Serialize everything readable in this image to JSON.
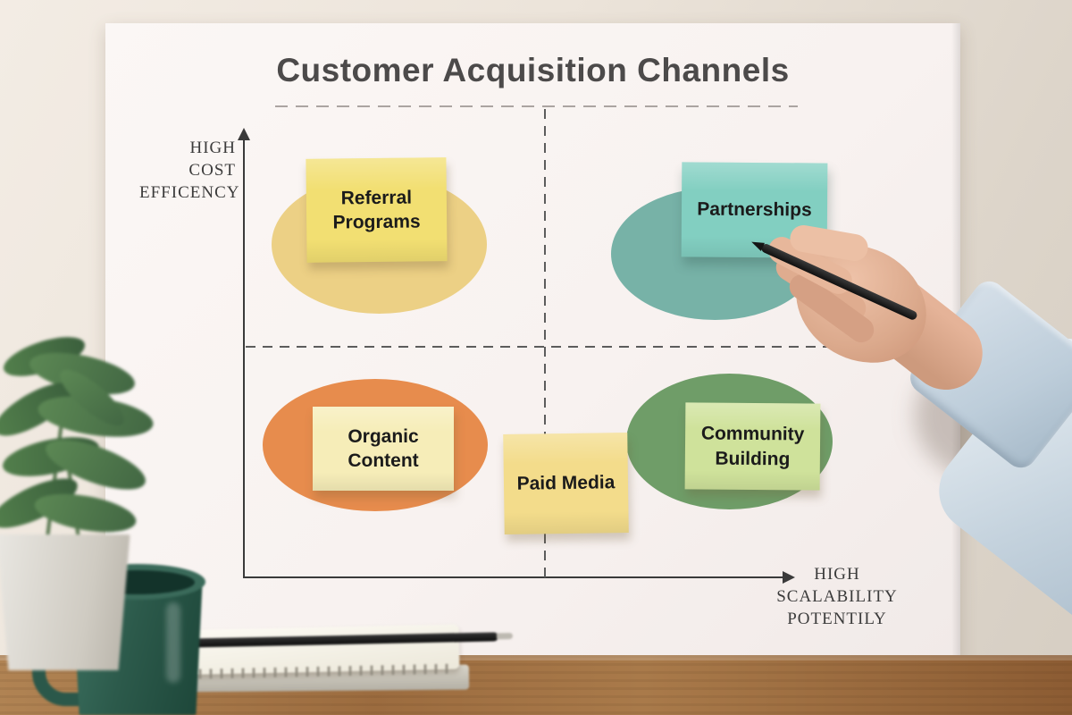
{
  "scene": {
    "description": "Photo of a quadrant strategy poster on an office wall above a wooden desk",
    "wall_color": "#ece4da",
    "desk_wood_color": "#9c6c3f",
    "mug_color": "#2c5a4b",
    "plant_leaf_color": "#4e7348",
    "pot_color": "#d9d6cf",
    "notebook_color": "#f4f1e6",
    "pen_color": "#151515",
    "sleeve_color": "#c4d2dd",
    "skin_color": "#dba98c"
  },
  "board": {
    "title": "Customer Acquisition Channels",
    "title_color": "#4c4a4a",
    "axis_color": "#3a3a3a",
    "dashed_line_color": "#5c5c5c",
    "y_axis_label": "HIGH\nCOST\nEFFICENCY",
    "x_axis_label": "HIGH\nSCALABILITY\nPOTENTILY",
    "note_text_color": "#1b1b1b",
    "zones": [
      {
        "position": "top-left",
        "color": "#ecd085"
      },
      {
        "position": "top-right",
        "color": "#77b2a7"
      },
      {
        "position": "bottom-left",
        "color": "#e78c4d"
      },
      {
        "position": "bottom-right",
        "color": "#6f9d68"
      }
    ],
    "notes": [
      {
        "label": "Referral Programs",
        "note_color": "#f2df72",
        "position": "top-left"
      },
      {
        "label": "Partnerships",
        "note_color": "#82cfc1",
        "position": "top-right"
      },
      {
        "label": "Organic Content",
        "note_color": "#f6edb8",
        "position": "bottom-left"
      },
      {
        "label": "Paid Media",
        "note_color": "#f3dc8b",
        "position": "bottom-center"
      },
      {
        "label": "Community Building",
        "note_color": "#cfe29b",
        "position": "bottom-right"
      }
    ]
  }
}
